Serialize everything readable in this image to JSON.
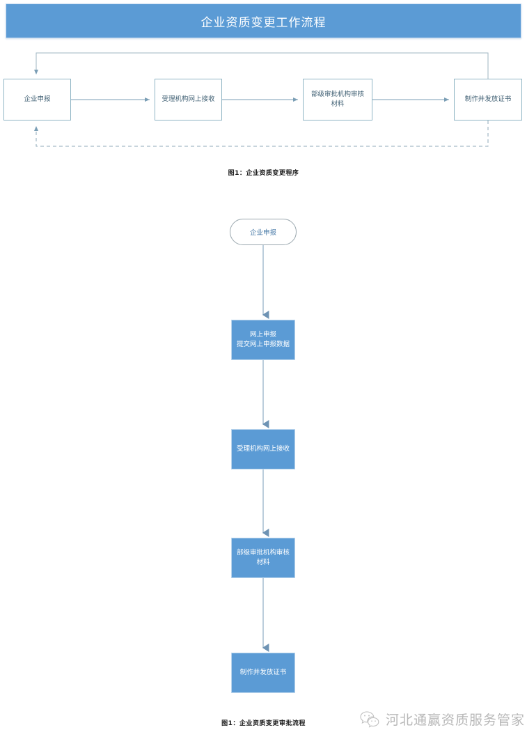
{
  "banner": {
    "title": "企业资质变更工作流程",
    "bg_color": "#5B9BD5",
    "text_color": "#FFFFFF"
  },
  "chart_data": {
    "type": "diagram",
    "title": "企业资质变更工作流程",
    "diagrams": [
      {
        "id": "procedure-flow",
        "orientation": "horizontal",
        "caption": "图1：企业资质变更程序",
        "node_style": {
          "fill": "#FFFFFF",
          "border": "#8FB5C4",
          "text": "#3F5F73"
        },
        "nodes": [
          {
            "id": "n1",
            "label": "企业申报"
          },
          {
            "id": "n2",
            "label": "受理机构网上接收"
          },
          {
            "id": "n3",
            "label": "部级审批机构审核材料"
          },
          {
            "id": "n4",
            "label": "制作并发放证书"
          }
        ],
        "edges": [
          {
            "from": "n1",
            "to": "n2",
            "style": "solid",
            "arrow": true
          },
          {
            "from": "n2",
            "to": "n3",
            "style": "solid",
            "arrow": true
          },
          {
            "from": "n3",
            "to": "n4",
            "style": "solid",
            "arrow": true
          },
          {
            "from": "n4",
            "to": "n1",
            "style": "solid",
            "arrow": true,
            "route": "top-feedback"
          },
          {
            "from": "n4",
            "to": "n1",
            "style": "dashed",
            "arrow": true,
            "route": "bottom-feedback"
          }
        ]
      },
      {
        "id": "approval-flow",
        "orientation": "vertical",
        "caption": "图1：企业资质变更审批流程",
        "node_style": {
          "fill": "#5B9BD5",
          "border": "#B9D4EC",
          "text": "#FFFFFF"
        },
        "start_style": {
          "fill": "#FFFFFF",
          "border": "#9AA7AE",
          "text": "#4A7BA8",
          "shape": "stadium"
        },
        "nodes": [
          {
            "id": "s1",
            "label": "企业申报",
            "shape": "stadium"
          },
          {
            "id": "s2",
            "label": "网上申报\n提交网上申报数据",
            "shape": "rect"
          },
          {
            "id": "s3",
            "label": "受理机构网上接收",
            "shape": "rect"
          },
          {
            "id": "s4",
            "label": "部级审批机构审核材料",
            "shape": "rect"
          },
          {
            "id": "s5",
            "label": "制作并发放证书",
            "shape": "rect"
          }
        ],
        "edges": [
          {
            "from": "s1",
            "to": "s2",
            "style": "solid",
            "arrow": true
          },
          {
            "from": "s2",
            "to": "s3",
            "style": "solid",
            "arrow": true
          },
          {
            "from": "s3",
            "to": "s4",
            "style": "solid",
            "arrow": true
          },
          {
            "from": "s4",
            "to": "s5",
            "style": "solid",
            "arrow": true
          }
        ]
      }
    ]
  },
  "top_flow": {
    "box1": "企业申报",
    "box2": "受理机构网上接收",
    "box3_line1": "部级审批机构审核",
    "box3_line2": "材料",
    "box4": "制作并发放证书",
    "caption": "图1：企业资质变更程序"
  },
  "bottom_flow": {
    "start": "企业申报",
    "box1_line1": "网上申报",
    "box1_line2": "提交网上申报数据",
    "box2": "受理机构网上接收",
    "box3_line1": "部级审批机构审核",
    "box3_line2": "材料",
    "box4": "制作并发放证书",
    "caption": "图1：企业资质变更审批流程"
  },
  "watermark": {
    "text": "河北通赢资质服务管家",
    "icon": "wechat-icon"
  }
}
